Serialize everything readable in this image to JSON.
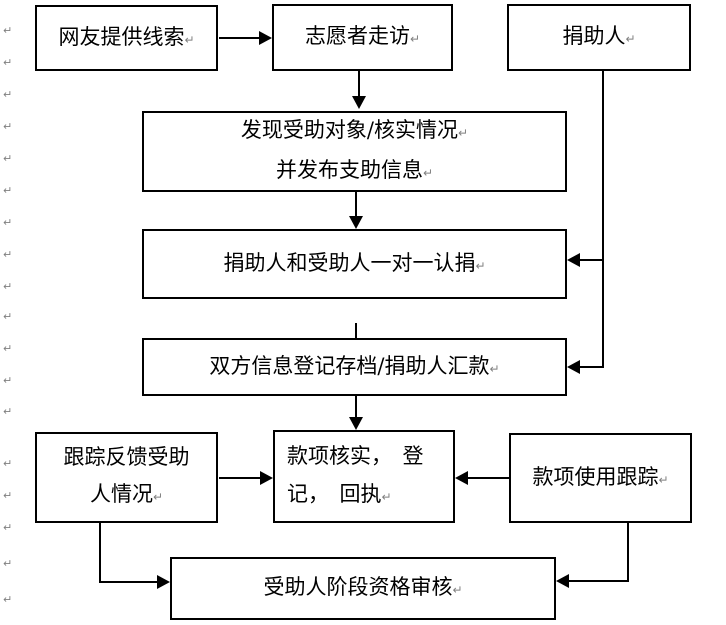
{
  "glyphs": {
    "return_mark": "↵"
  },
  "colors": {
    "line": "#000000",
    "box_border": "#000000",
    "box_fill": "#ffffff",
    "text": "#000000",
    "format_mark": "#808080"
  },
  "margin_marks": {
    "glyph": "↵",
    "count": 18
  },
  "diagram": {
    "boxes": [
      {
        "id": "netizen-clues",
        "label": "网友提供线索↵"
      },
      {
        "id": "volunteer-visit",
        "label": "志愿者走访↵"
      },
      {
        "id": "donor",
        "label": "捐助人↵"
      },
      {
        "id": "verify-publish",
        "label": "发现受助对象/核实情况↵\n并发布支助信息↵"
      },
      {
        "id": "one-to-one-pledge",
        "label": "捐助人和受助人一对一认捐↵"
      },
      {
        "id": "register-remit",
        "label": "双方信息登记存档/捐助人汇款↵"
      },
      {
        "id": "feedback-status",
        "label": "跟踪反馈受助\n人情况↵"
      },
      {
        "id": "fund-verify",
        "label": "款项核实，　登\n记，　回执↵"
      },
      {
        "id": "fund-usage-tracking",
        "label": "款项使用跟踪↵"
      },
      {
        "id": "stage-qualification-review",
        "label": "受助人阶段资格审核↵"
      }
    ]
  }
}
